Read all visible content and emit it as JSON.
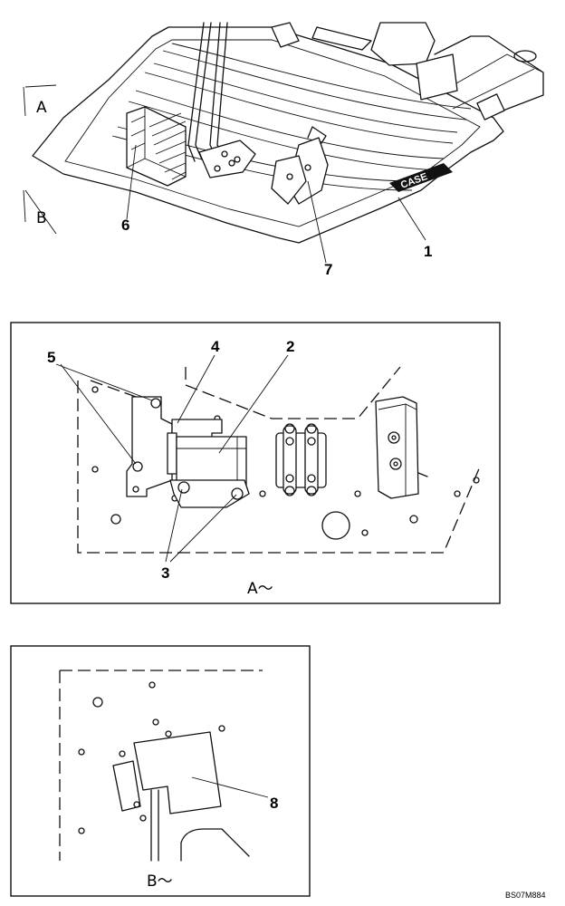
{
  "top_view": {
    "section_marks": [
      "A",
      "B"
    ],
    "callouts": {
      "c1": "1",
      "c6": "6",
      "c7": "7"
    },
    "brand": "CASE"
  },
  "detail_a": {
    "callouts": {
      "c2": "2",
      "c3": "3",
      "c4": "4",
      "c5": "5"
    },
    "view_label": "A～"
  },
  "detail_b": {
    "callouts": {
      "c8": "8"
    },
    "view_label": "B～"
  },
  "figure_code": "BS07M884"
}
